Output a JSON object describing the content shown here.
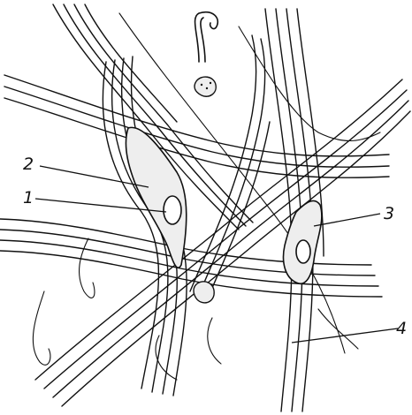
{
  "figure": {
    "labels": [
      {
        "id": "label-1",
        "text": "1"
      },
      {
        "id": "label-2",
        "text": "2"
      },
      {
        "id": "label-3",
        "text": "3"
      },
      {
        "id": "label-4",
        "text": "4"
      }
    ],
    "colors": {
      "ink": "#111111",
      "cell_fill": "#eeeeee",
      "background": "#ffffff"
    }
  }
}
